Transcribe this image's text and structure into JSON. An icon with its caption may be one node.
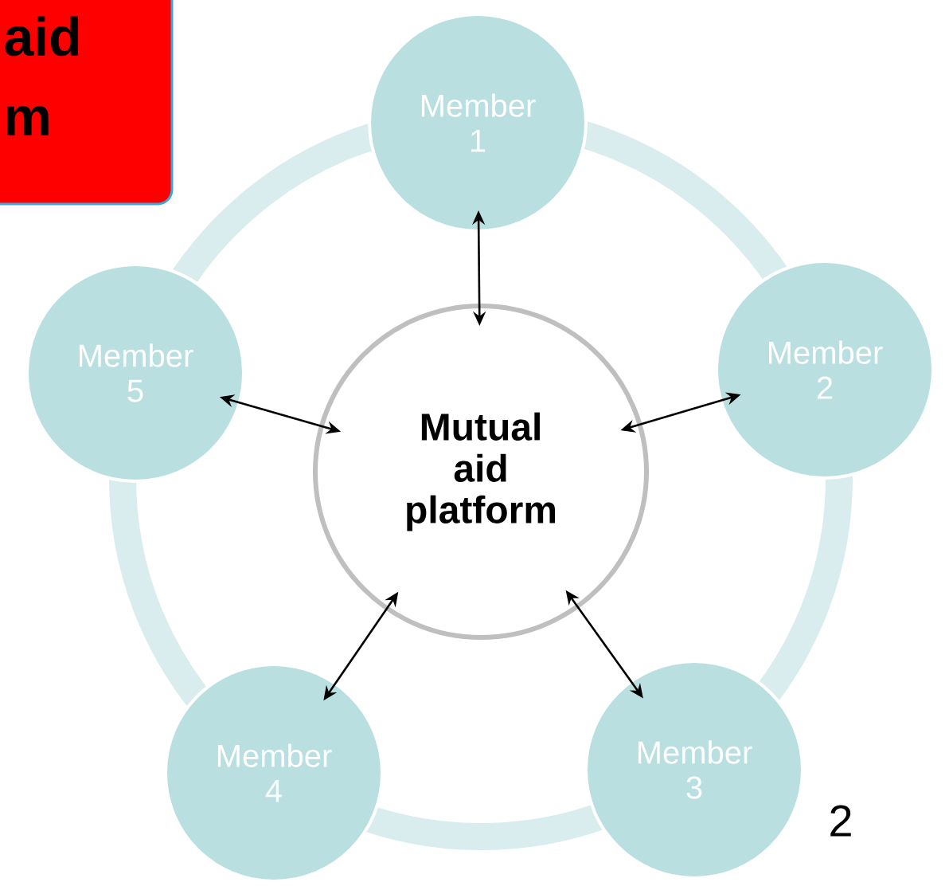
{
  "diagram": {
    "nodes": [
      {
        "text": [
          "aid m"
        ]
      },
      {
        "text": [
          "Mutual aid platform"
        ]
      },
      {
        "text": [
          "Member 1"
        ]
      },
      {
        "text": [
          "Member 2"
        ]
      },
      {
        "text": [
          "Member 3"
        ]
      },
      {
        "text": [
          "Member 4"
        ]
      },
      {
        "text": [
          "Member 5"
        ]
      }
    ],
    "edges": [
      {
        "from": 1,
        "to": 2,
        "arrow": "both"
      },
      {
        "from": 1,
        "to": 3,
        "arrow": "both"
      },
      {
        "from": 1,
        "to": 4,
        "arrow": "both"
      },
      {
        "from": 1,
        "to": 5,
        "arrow": "both"
      },
      {
        "from": 1,
        "to": 6,
        "arrow": "both"
      }
    ],
    "labels": [
      "2"
    ]
  }
}
